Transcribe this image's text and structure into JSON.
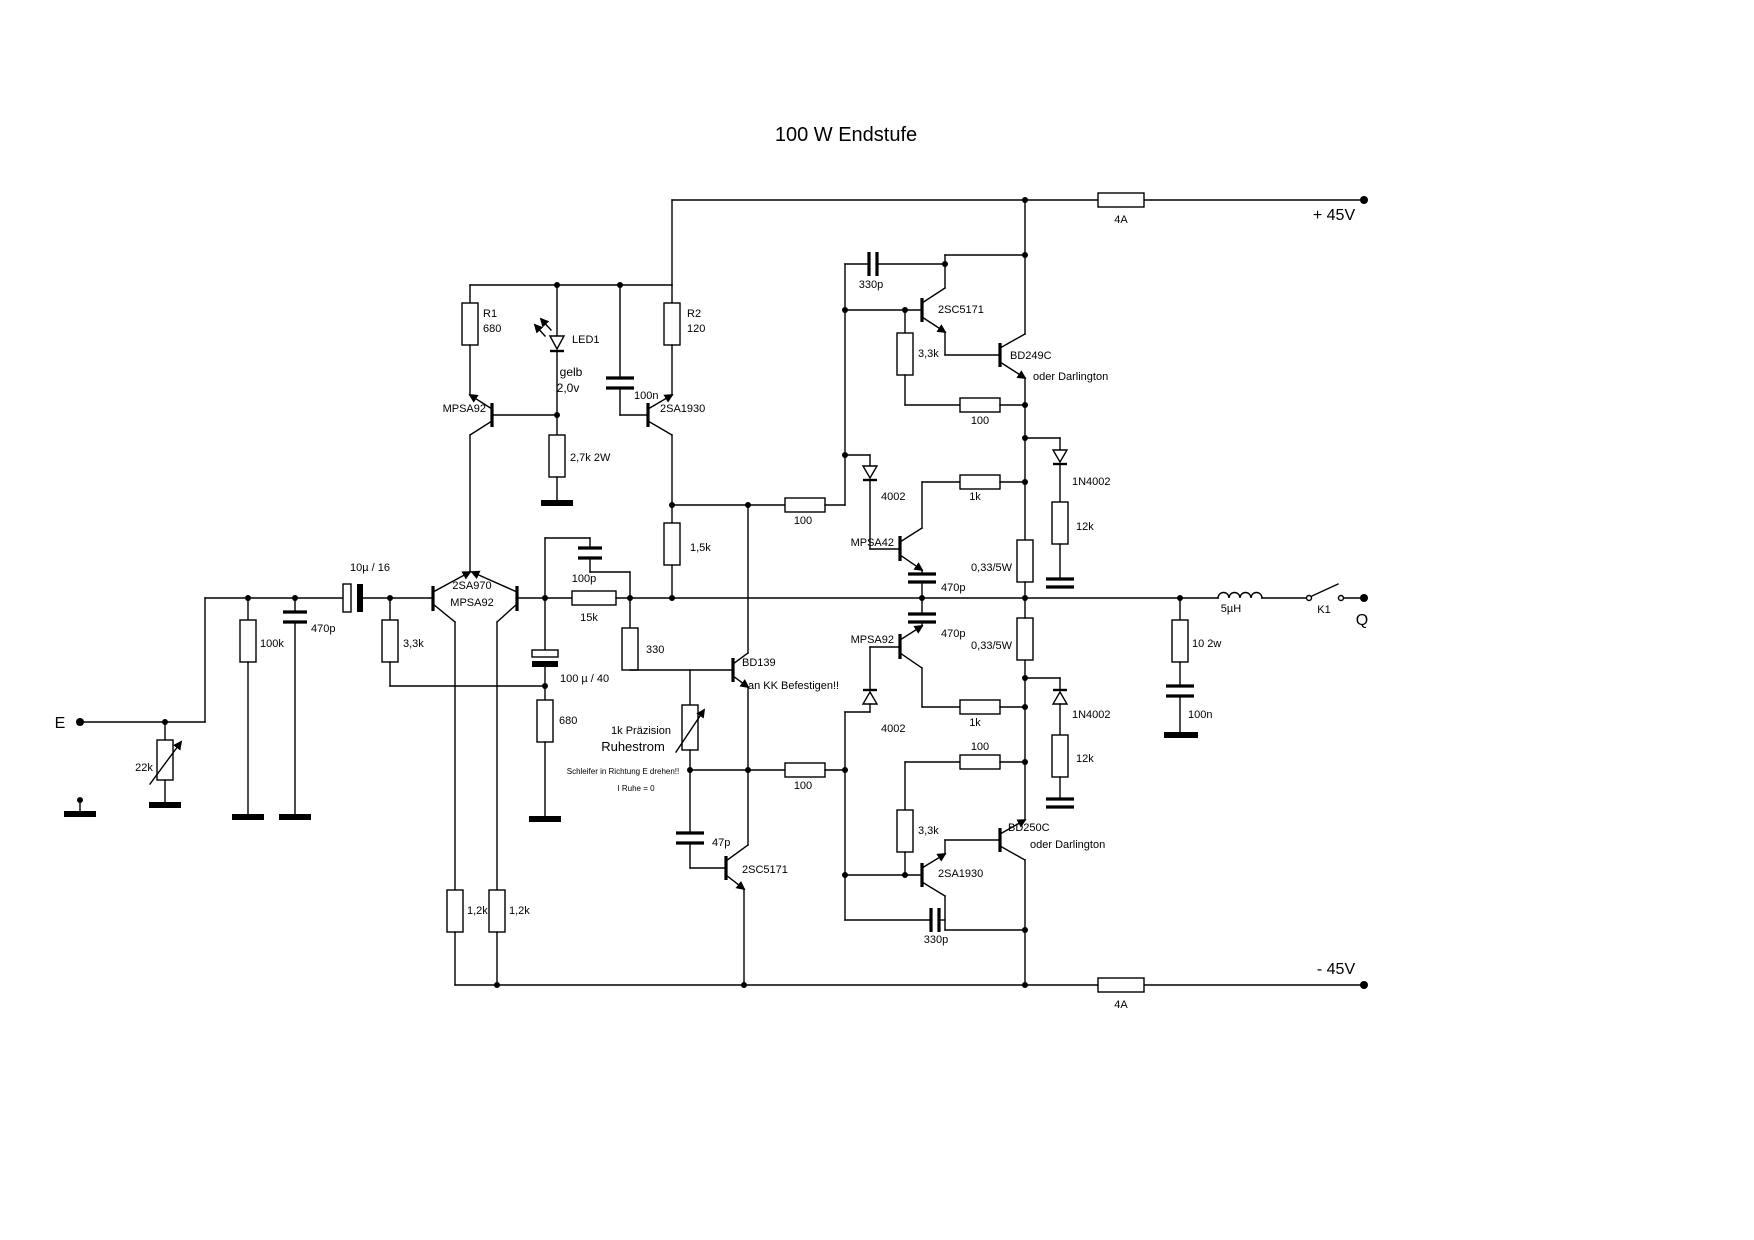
{
  "title": "100 W Endstufe",
  "colors": {
    "wire": "#000000",
    "background": "#ffffff"
  },
  "power": {
    "vplus": "+ 45V",
    "vminus": "- 45V",
    "fuse_top": "4A",
    "fuse_bot": "4A"
  },
  "io": {
    "input_label": "E",
    "output_label": "Q",
    "relay": "K1",
    "inductor": "5µH"
  },
  "labels": {
    "pot_in": "22k",
    "r_in": "100k",
    "c_in": "470p",
    "c_coup": "10µ / 16",
    "q1": "2SA970",
    "q1b": "MPSA92",
    "r_fb_in": "3,3k",
    "r1a": "R1",
    "r1b": "680",
    "r2a": "R2",
    "r2b": "120",
    "led": "LED1",
    "led_color": "gelb",
    "led_v": "2,0v",
    "c_rail": "100n",
    "q_ccs_top": "MPSA92",
    "q_vas_top": "2SA1930",
    "r_ref": "2,7k 2W",
    "c_fb": "100p",
    "r_fb": "15k",
    "r_spread": "330",
    "c_fb2": "100 µ / 40",
    "r_fb2": "680",
    "r_vas": "1,5k",
    "q_bias": "BD139",
    "bias_note": "an KK Befestigen!!",
    "pot_bias": "1k Präzision",
    "bias_title": "Ruhestrom",
    "bias_note2": "Schleifer in Richtung E drehen!!",
    "bias_note3": "I Ruhe = 0",
    "r_base_top": "100",
    "r_base_bot": "100",
    "c_ccs": "47p",
    "q_ccs_bot": "2SC5171",
    "c_miller_top": "330p",
    "c_miller_bot": "330p",
    "q_drv_top": "2SC5171",
    "q_drv_bot": "2SA1930",
    "r_drv_top": "3,3k",
    "r_drv_bot": "3,3k",
    "q_out_top": "BD249C",
    "darl_top": "oder Darlington",
    "q_out_bot": "BD250C",
    "darl_bot": "oder Darlington",
    "r_e_top": "100",
    "r_e_bot": "100",
    "d_top": "4002",
    "d_bot": "4002",
    "q_lim_top": "MPSA42",
    "q_lim_bot": "MPSA92",
    "r_lim_top": "1k",
    "r_lim_bot": "1k",
    "d_cl_top": "1N4002",
    "d_cl_bot": "1N4002",
    "r_cl_top": "12k",
    "r_cl_bot": "12k",
    "r_sense_top": "0,33/5W",
    "r_sense_bot": "0,33/5W",
    "c_out_top": "470p",
    "c_out_bot": "470p",
    "r_deg_a": "1,2k",
    "r_deg_b": "1,2k",
    "r_zobel": "10 2w",
    "c_zobel": "100n"
  }
}
